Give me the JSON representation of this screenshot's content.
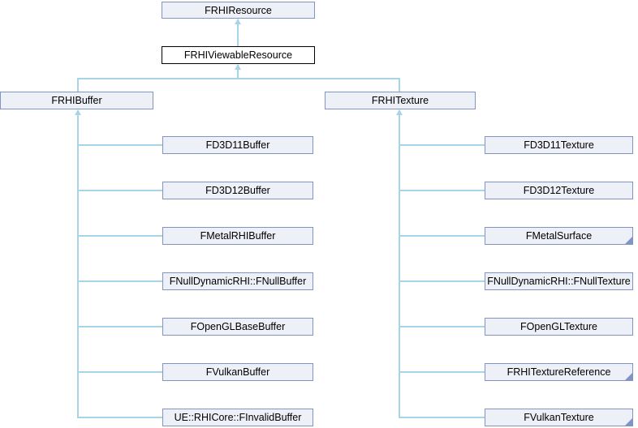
{
  "diagram": {
    "type": "class-inheritance",
    "nodes": {
      "root": "FRHIResource",
      "current": "FRHIViewableResource",
      "buffer": "FRHIBuffer",
      "texture": "FRHITexture"
    },
    "buffer_children": [
      "FD3D11Buffer",
      "FD3D12Buffer",
      "FMetalRHIBuffer",
      "FNullDynamicRHI::FNullBuffer",
      "FOpenGLBaseBuffer",
      "FVulkanBuffer",
      "UE::RHICore::FInvalidBuffer"
    ],
    "texture_children": [
      "FD3D11Texture",
      "FD3D12Texture",
      "FMetalSurface",
      "FNullDynamicRHI::FNullTexture",
      "FOpenGLTexture",
      "FRHITextureReference",
      "FVulkanTexture"
    ],
    "texture_children_has_derived": [
      false,
      false,
      true,
      false,
      false,
      true,
      true
    ],
    "colors": {
      "box_fill": "#EDF0F7",
      "box_border": "#8294C4",
      "current_fill": "#FFFFFF",
      "current_border": "#000000",
      "line": "#A8D4E8",
      "text": "#000000"
    }
  }
}
